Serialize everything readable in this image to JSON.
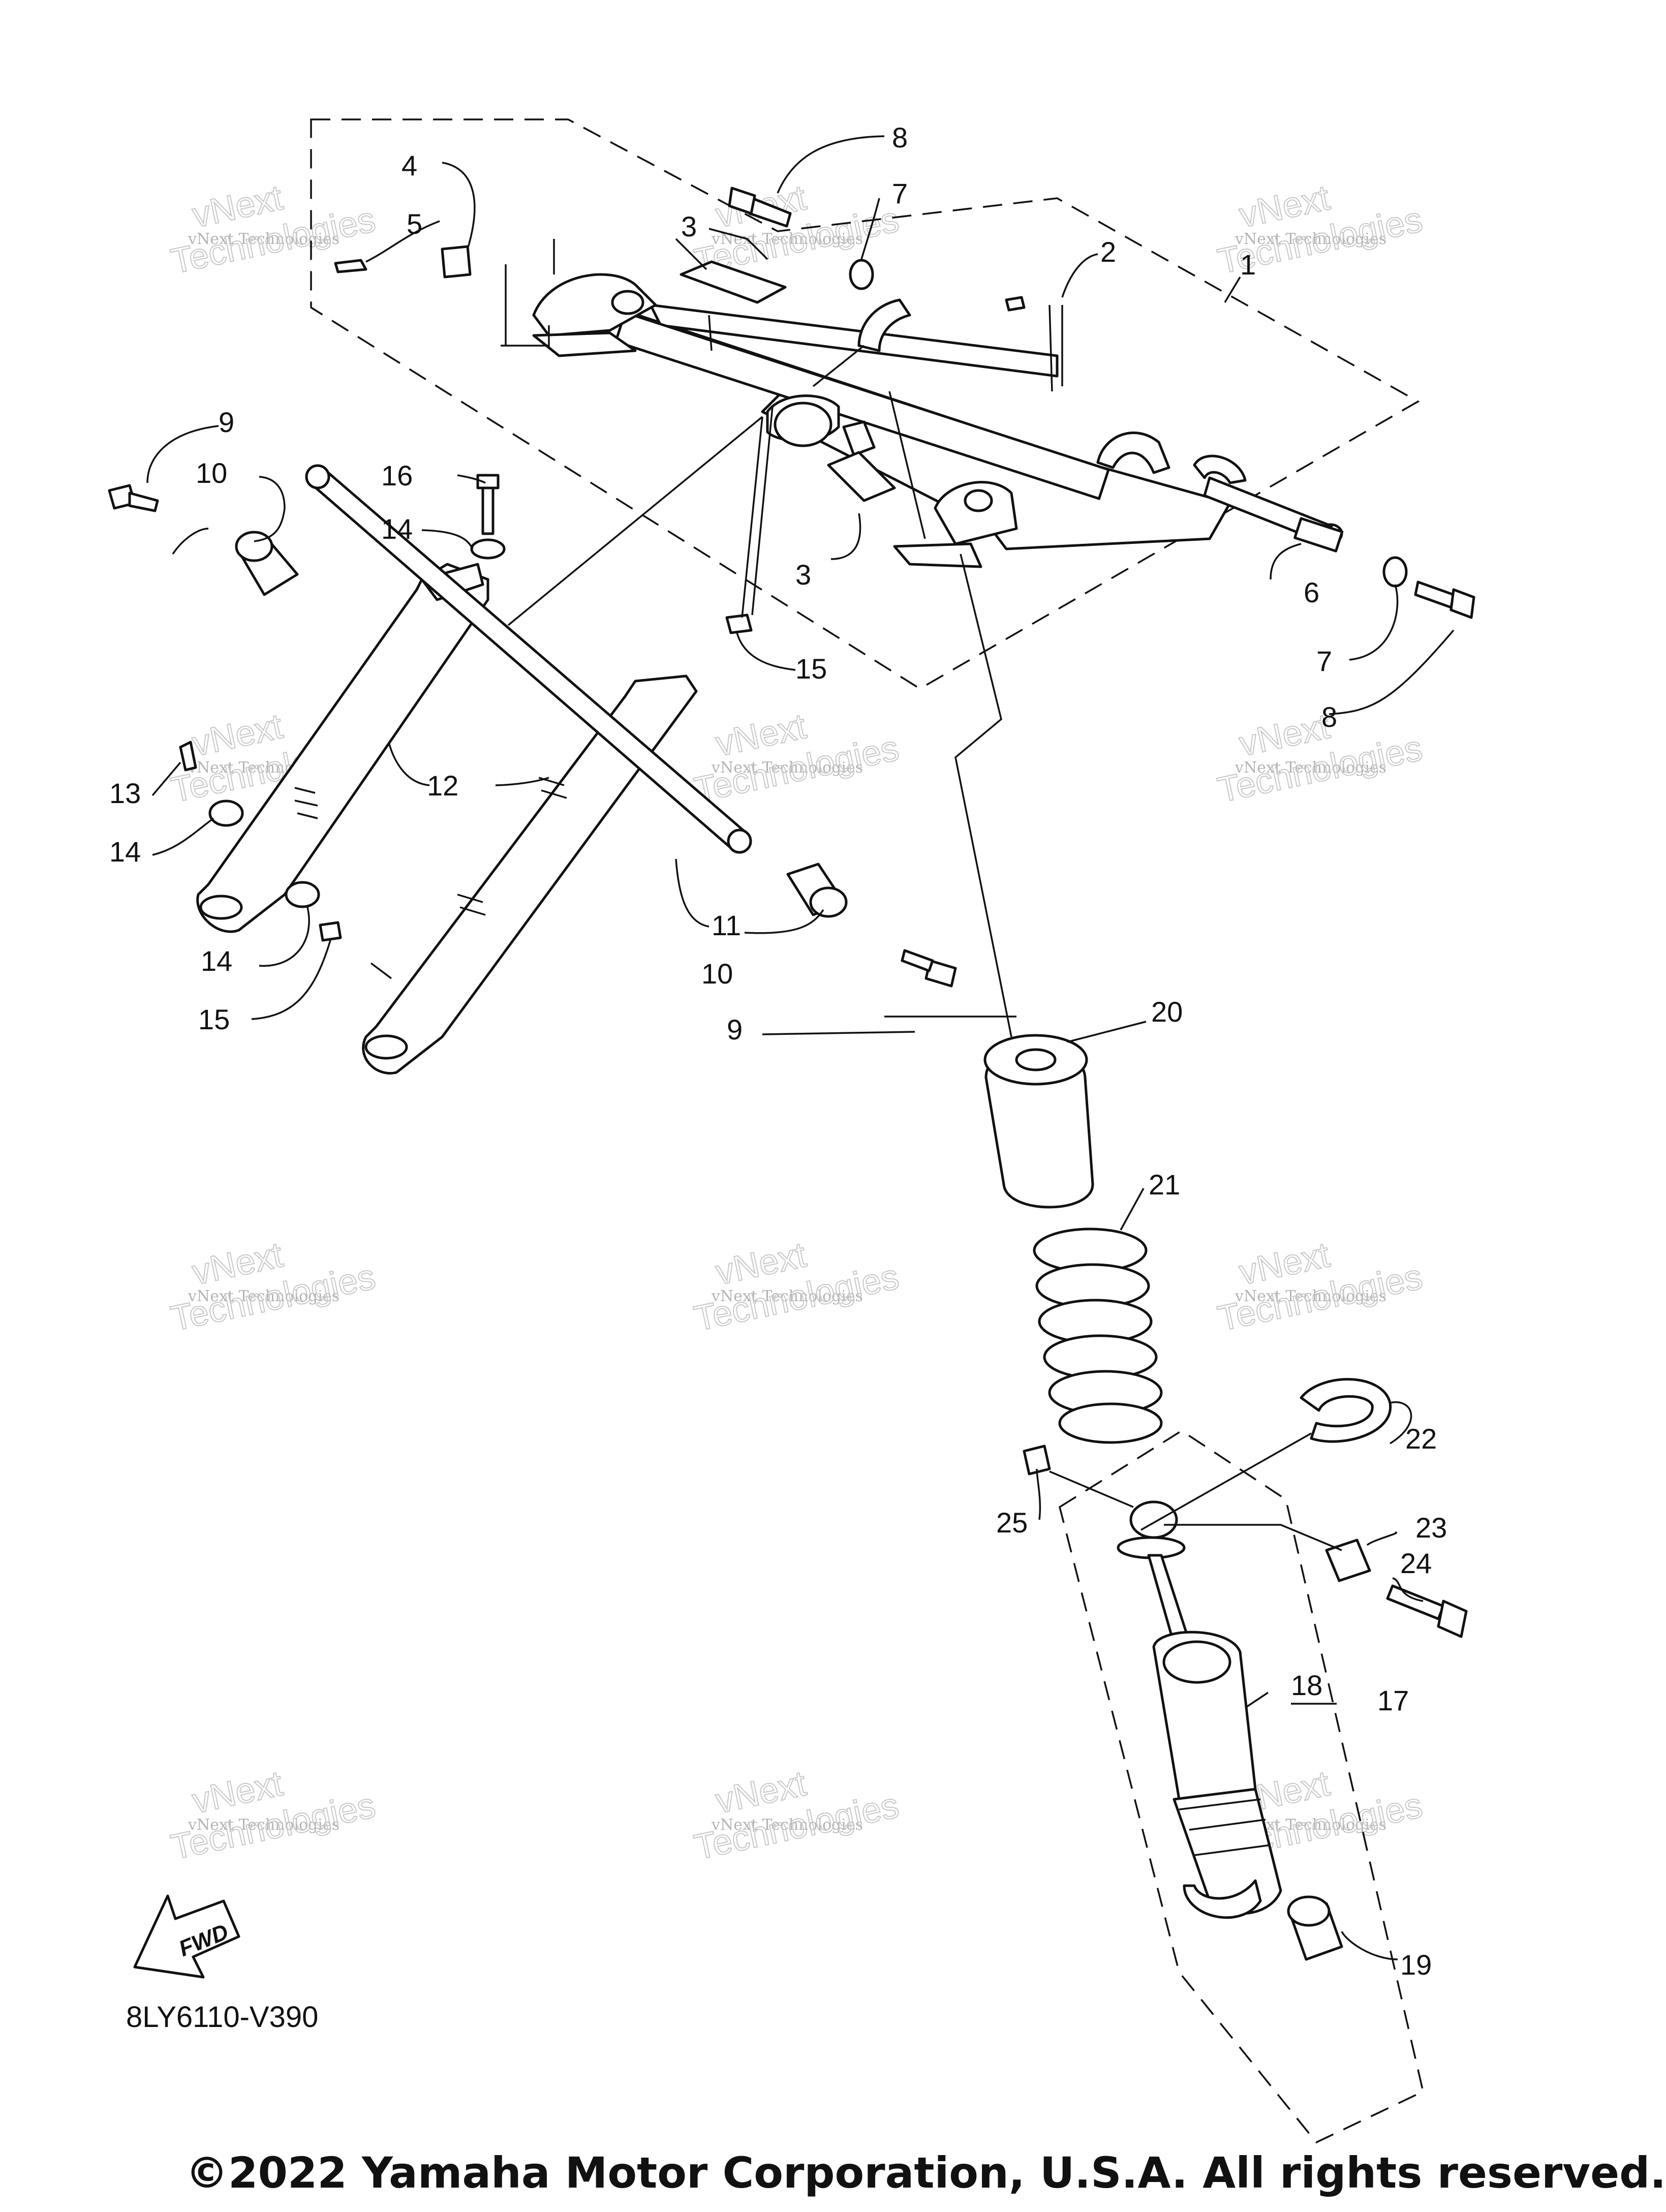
{
  "diagram": {
    "callouts": [
      "1",
      "2",
      "3",
      "3",
      "4",
      "5",
      "6",
      "7",
      "7",
      "8",
      "8",
      "9",
      "9",
      "10",
      "10",
      "11",
      "12",
      "13",
      "14",
      "14",
      "14",
      "15",
      "15",
      "16",
      "17",
      "18",
      "19",
      "20",
      "21",
      "22",
      "23",
      "24",
      "25"
    ],
    "fwd_label": "FWD",
    "diagram_code": "8LY6110-V390",
    "watermark": [
      "vNext Technologies",
      "vNext",
      "Technologies"
    ],
    "copyright": "©2022 Yamaha Motor Corporation, U.S.A. All rights reserved."
  }
}
